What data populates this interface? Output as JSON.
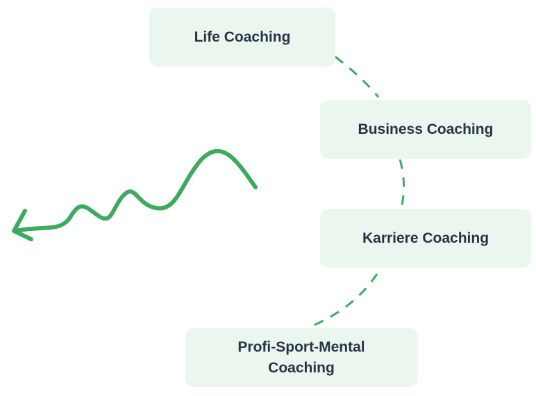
{
  "items": [
    {
      "label": "Life Coaching"
    },
    {
      "label": "Business Coaching"
    },
    {
      "label": "Karriere Coaching"
    },
    {
      "label": "Profi-Sport-Mental Coaching"
    }
  ],
  "colors": {
    "accent": "#3daa5f",
    "box": "#eaf6ee",
    "text": "#263447"
  }
}
